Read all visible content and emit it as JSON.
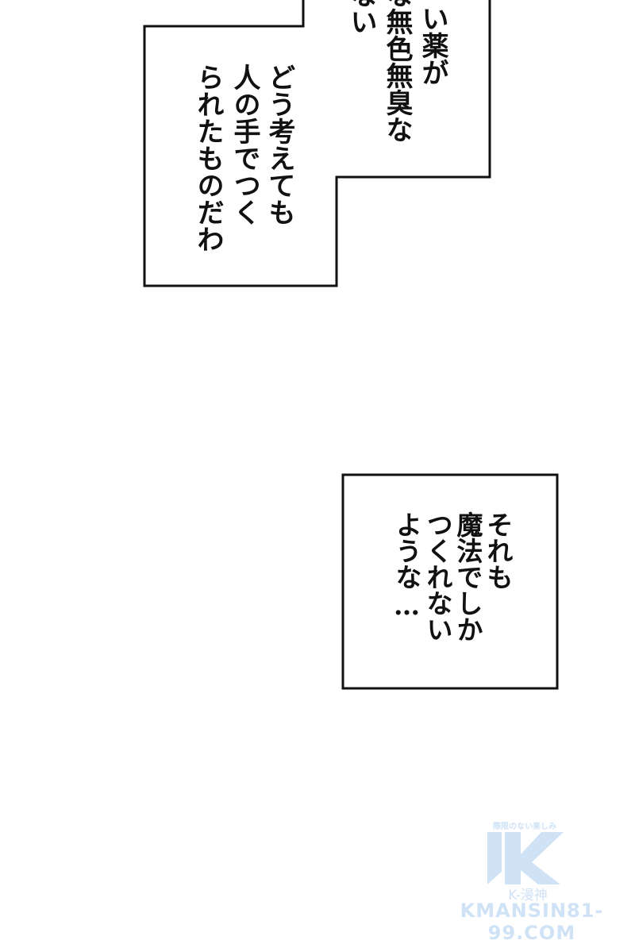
{
  "panels": [
    {
      "id": "top-box",
      "columns": [
        {
          "text": "な",
          "partial": true
        },
        {
          "text": "い薬が"
        },
        {
          "text": "な"
        },
        {
          "text": "無色無臭な"
        },
        {
          "text": "な"
        },
        {
          "text": "い"
        }
      ],
      "lines_visible": [
        "い薬が",
        "無色無臭な",
        "ない"
      ]
    },
    {
      "id": "middle-box",
      "lines": [
        "どう考えても",
        "人の手でつく",
        "られたものだわ"
      ]
    },
    {
      "id": "bottom-box",
      "lines": [
        "それも",
        "魔法でしか",
        "つくれない",
        "ような…"
      ]
    }
  ],
  "watermark": {
    "tagline": "際限のない楽しみ",
    "logo_letter": "K",
    "subtitle": "K-漫神",
    "url": "KMANSIN81-99.COM",
    "color": "#cfe2f6"
  },
  "colors": {
    "background": "#ffffff",
    "ink": "#111111",
    "border": "#111111"
  }
}
